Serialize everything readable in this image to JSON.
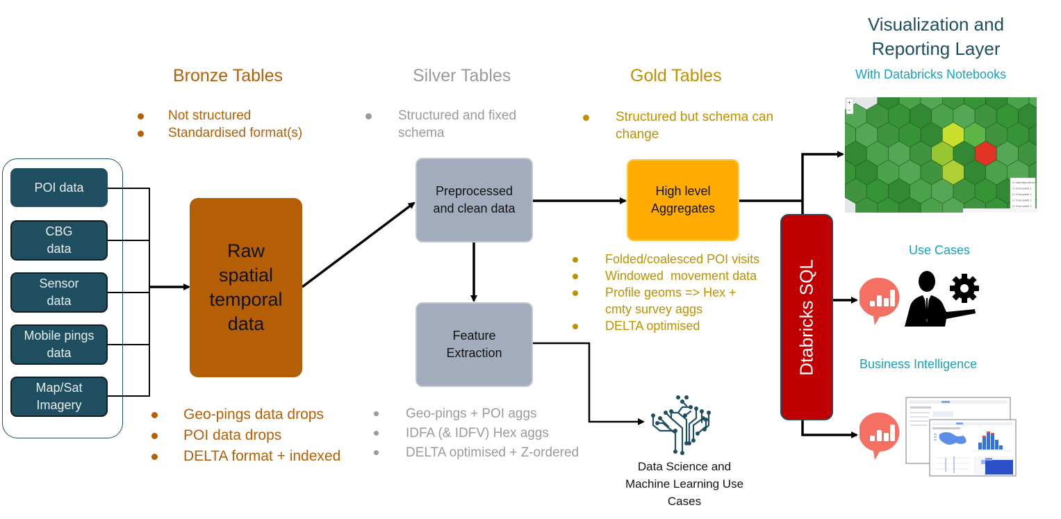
{
  "sources": {
    "items": [
      {
        "label": "POI data"
      },
      {
        "label": "CBG data"
      },
      {
        "label": "Sensor data"
      },
      {
        "label": "Mobile pings data"
      },
      {
        "label": "Map/Sat Imagery"
      }
    ]
  },
  "bronze": {
    "title": "Bronze Tables",
    "top_bullets": [
      "Not structured",
      "Standardised format(s)"
    ],
    "node_label": "Raw spatial temporal data",
    "bottom_bullets": [
      "Geo-pings data drops",
      "POI data drops",
      "DELTA format + indexed"
    ],
    "color": "#b45f06"
  },
  "silver": {
    "title": "Silver Tables",
    "top_bullets": [
      "Structured and fixed schema"
    ],
    "node_preprocessed": "Preprocessed and clean data",
    "node_feature": "Feature Extraction",
    "bottom_bullets": [
      "Geo-pings + POI aggs",
      "IDFA (& IDFV) Hex aggs",
      "DELTA optimised + Z-ordered"
    ],
    "color": "#9a9a9a"
  },
  "gold": {
    "title": "Gold Tables",
    "top_bullets": [
      "Structured but schema can change"
    ],
    "node_label": "High level Aggregates",
    "bottom_bullets": [
      "Folded/coalesced POI visits",
      "Windowed  movement data",
      "Profile geoms => Hex + cmty survey aggs",
      "DELTA optimised"
    ],
    "color": "#bf9000"
  },
  "sql": {
    "label": "Dtabricks SQL",
    "color": "#c00000"
  },
  "visualization": {
    "title": "Visualization and Reporting Layer",
    "subtitle": "With Databricks Notebooks",
    "use_cases_label": "Use Cases",
    "bi_label": "Business Intelligence",
    "map_legend": [
      "cartodbpositron",
      "Choropleth 1",
      "Choropleth 1",
      "Choropleth 1",
      "Choropleth 1"
    ]
  },
  "ml": {
    "label": "Data Science and Machine Learning Use Cases"
  },
  "icons": {
    "redash": "bar-chart-bubble-icon",
    "person": "businessman-gear-icon",
    "brain": "circuit-brain-icon"
  }
}
